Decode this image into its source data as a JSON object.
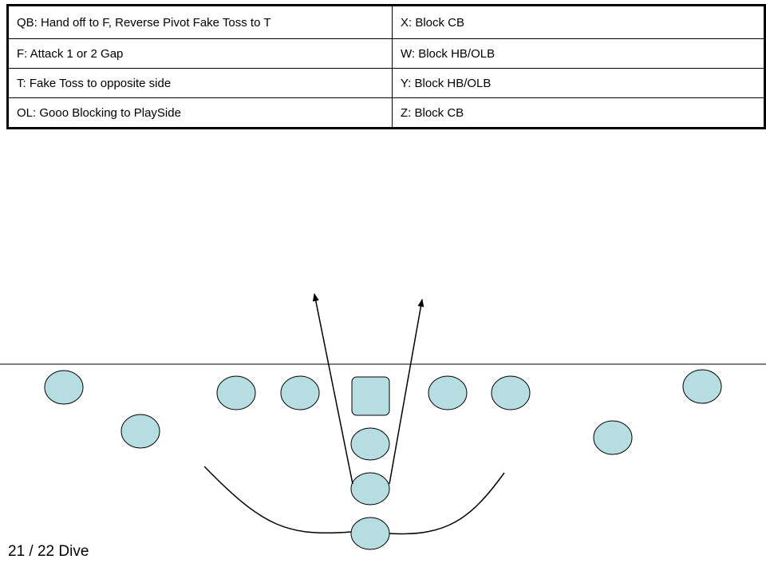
{
  "assignments": [
    {
      "left": "QB: Hand off to F, Reverse Pivot Fake Toss to T",
      "right": "X: Block CB"
    },
    {
      "left": "F: Attack 1 or 2 Gap",
      "right": "W: Block HB/OLB"
    },
    {
      "left": "T: Fake Toss to opposite side",
      "right": "Y: Block HB/OLB"
    },
    {
      "left": "OL: Gooo Blocking to PlaySide",
      "right": "Z: Block CB"
    }
  ],
  "play_name": "21 / 22 Dive",
  "colors": {
    "player_fill": "#b6dde2",
    "player_stroke": "#000000",
    "line": "#000000"
  }
}
